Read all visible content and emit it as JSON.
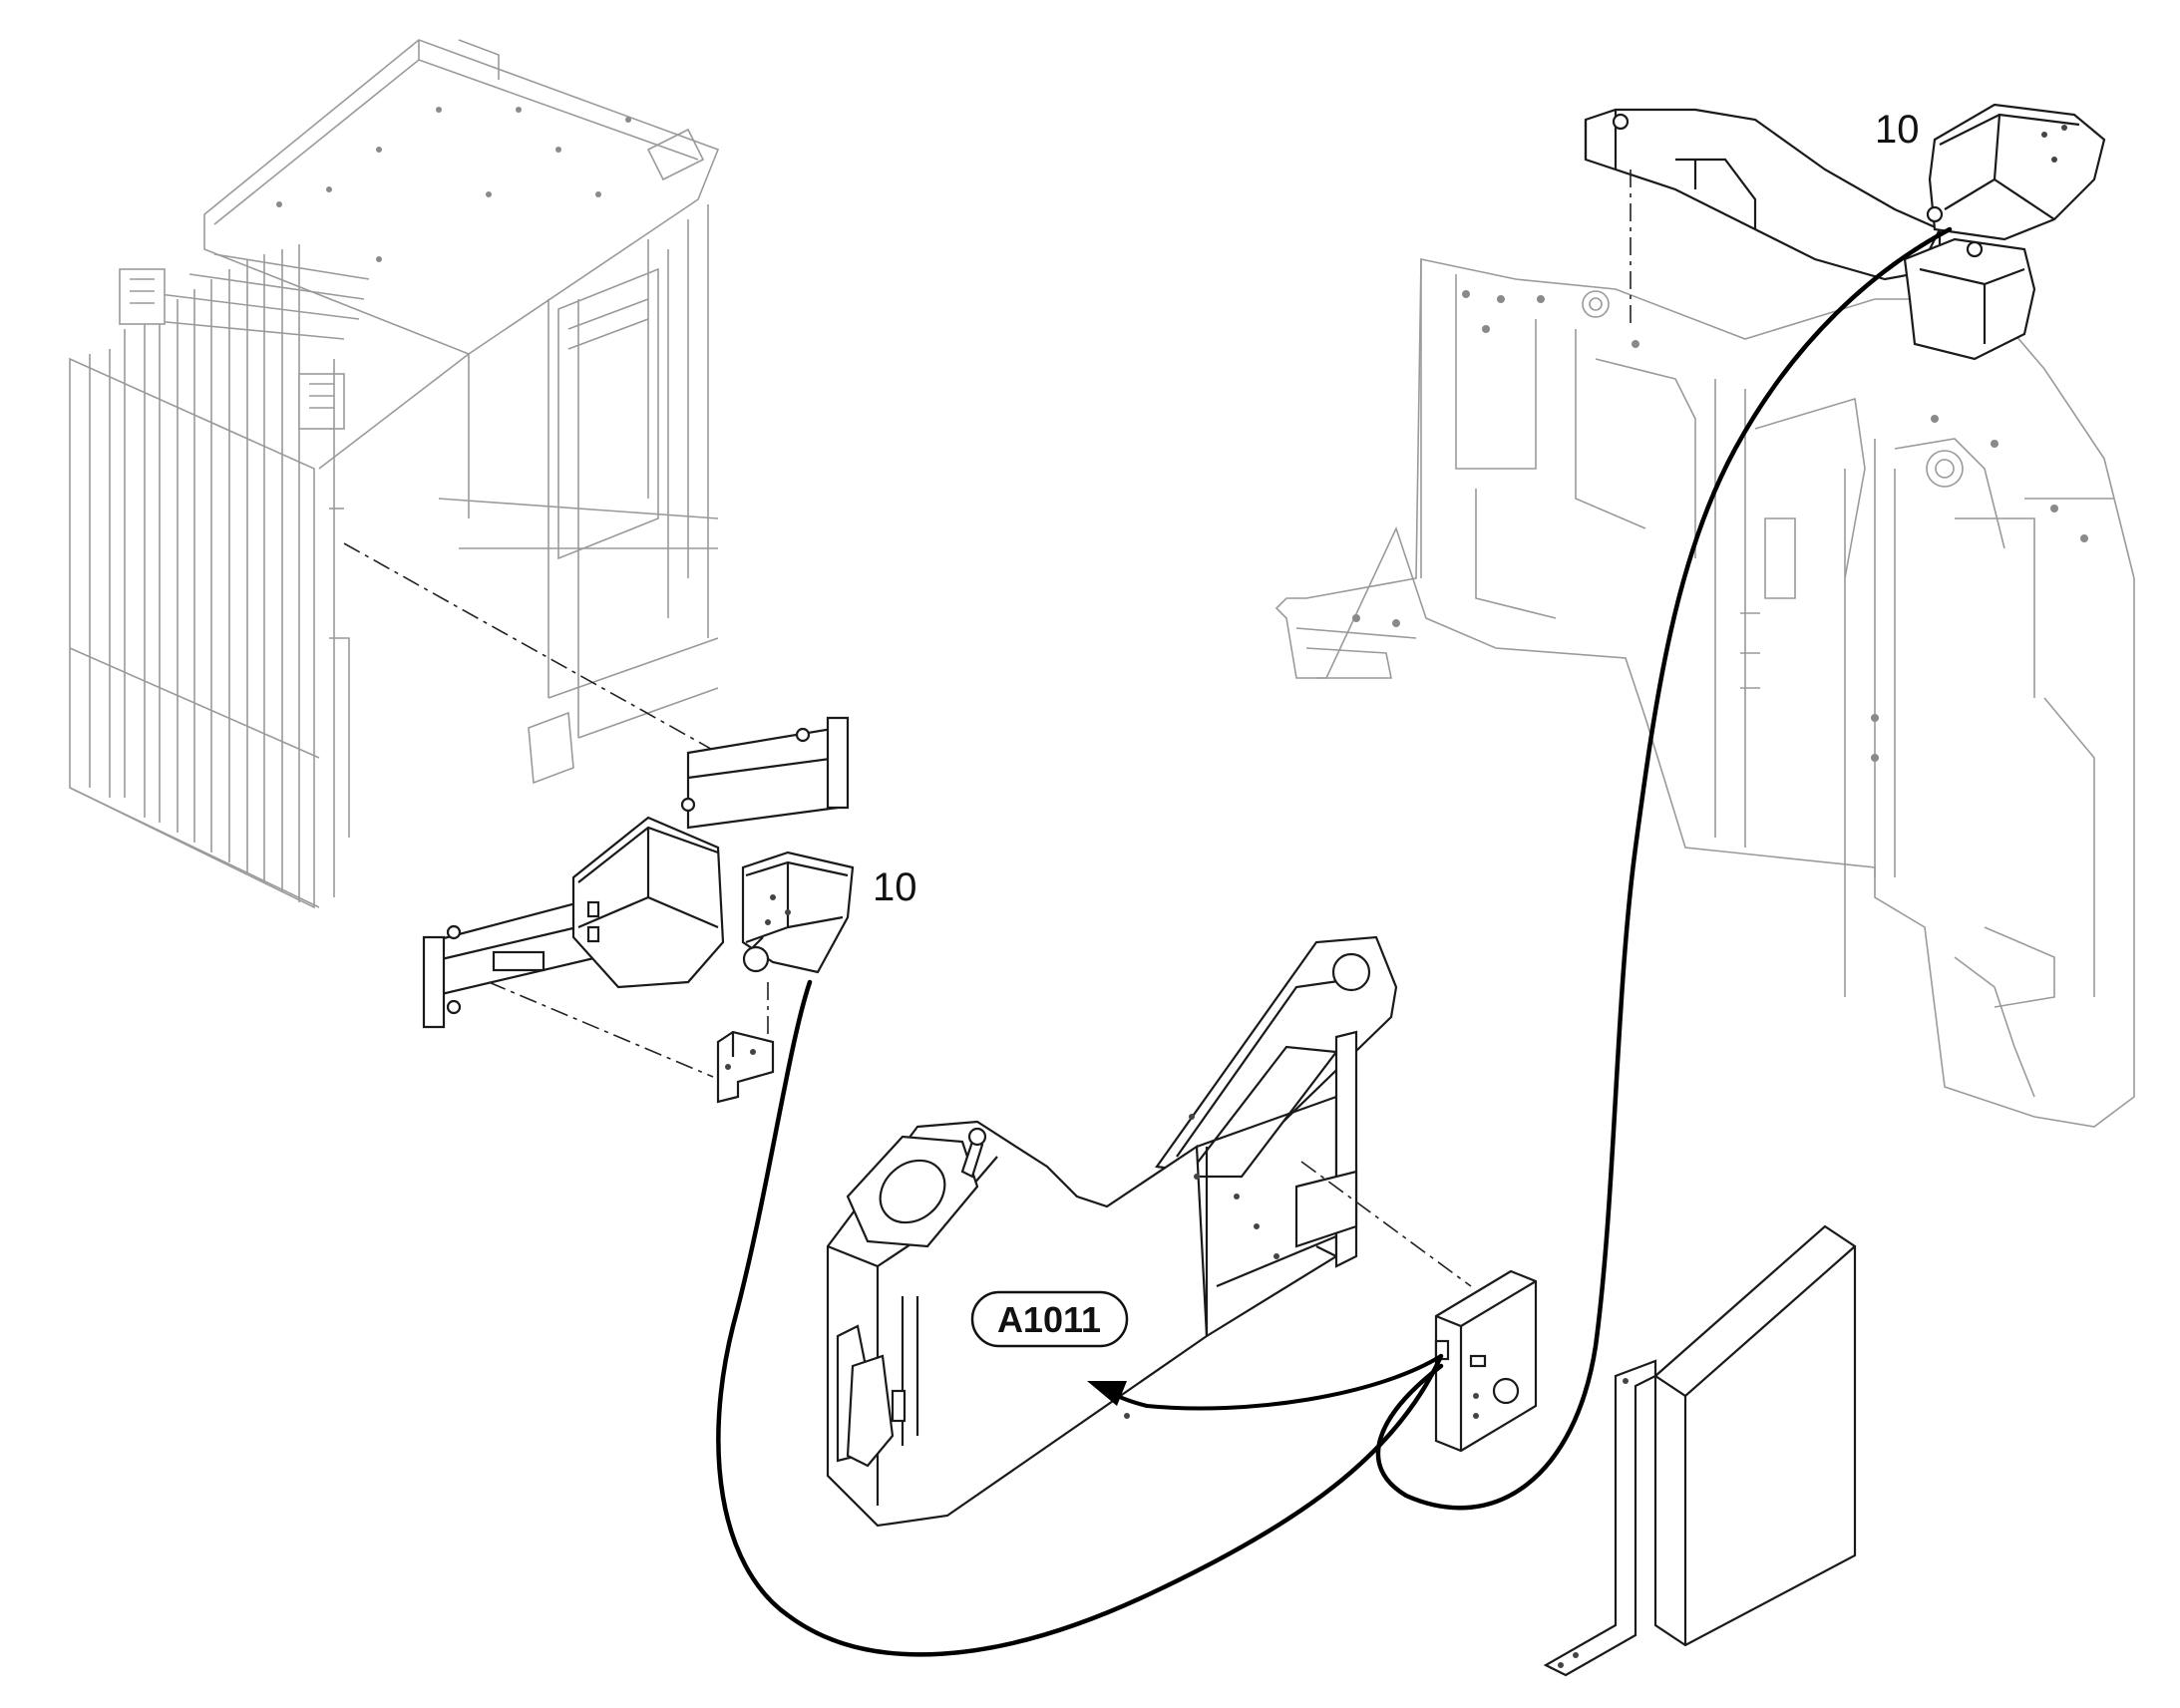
{
  "labels": {
    "part_number_top_right": "10",
    "part_number_middle": "10",
    "component_callout": "A1011"
  }
}
